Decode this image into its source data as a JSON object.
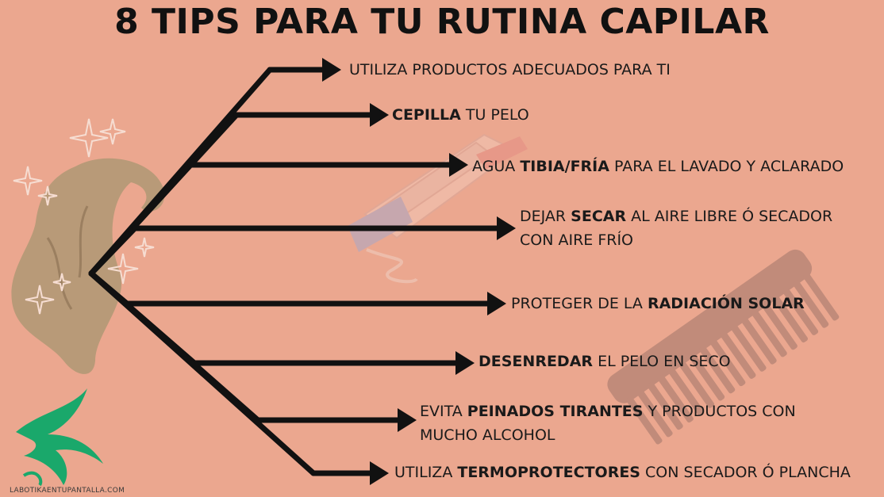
{
  "title": "8 TIPS PARA TU RUTINA CAPILAR",
  "footer": "LABOTIKAENTUPANTALLA.COM",
  "colors": {
    "background": "#eba78f",
    "lines": "#111111",
    "hair": "#b89a78",
    "logo": "#1aa86b"
  },
  "icons": [
    "hair-illustration-icon",
    "sparkle-icon",
    "hair-straightener-icon",
    "comb-icon",
    "logo-icon"
  ],
  "tips": [
    {
      "pre": "UTILIZA PRODUCTOS ADECUADOS PARA TI",
      "bold": "",
      "post": "",
      "line2": ""
    },
    {
      "pre": "",
      "bold": "CEPILLA",
      "post": " TU PELO",
      "line2": ""
    },
    {
      "pre": "AGUA ",
      "bold": "TIBIA/FRÍA",
      "post": " PARA EL LAVADO Y ACLARADO",
      "line2": ""
    },
    {
      "pre": "DEJAR ",
      "bold": "SECAR",
      "post": " AL AIRE LIBRE Ó SECADOR",
      "line2": "CON AIRE FRÍO"
    },
    {
      "pre": "PROTEGER DE LA ",
      "bold": "RADIACIÓN SOLAR",
      "post": "",
      "line2": ""
    },
    {
      "pre": "",
      "bold": "DESENREDAR",
      "post": " EL PELO EN SECO",
      "line2": ""
    },
    {
      "pre": "EVITA ",
      "bold": "PEINADOS TIRANTES",
      "post": " Y PRODUCTOS CON",
      "line2": "MUCHO ALCOHOL"
    },
    {
      "pre": "UTILIZA ",
      "bold": "TERMOPROTECTORES",
      "post": " CON SECADOR Ó PLANCHA",
      "line2": ""
    }
  ]
}
